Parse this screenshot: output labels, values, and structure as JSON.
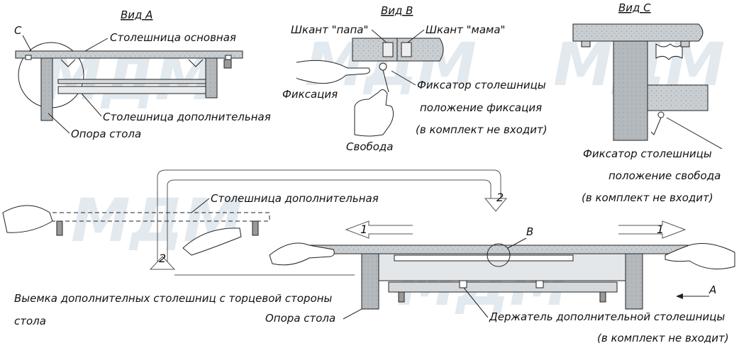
{
  "views": {
    "a": {
      "title": "Вид А",
      "callout_c": "С",
      "label_main_top": "Столешница основная",
      "label_extra_top": "Столешница дополнительная",
      "label_support": "Опора стола"
    },
    "b": {
      "title": "Вид В",
      "label_dowel_male": "Шкант \"папа\"",
      "label_dowel_female": "Шкант \"мама\"",
      "label_fixation": "Фиксация",
      "label_freedom": "Свобода",
      "label_latch_1": "Фиксатор столешницы",
      "label_latch_2": "положение фиксация",
      "label_latch_3": "(в комплект не входит)"
    },
    "c": {
      "title": "Вид С",
      "label_latch_1": "Фиксатор столешницы",
      "label_latch_2": "положение свобода",
      "label_latch_3": "(в комплект не входит)"
    }
  },
  "main": {
    "label_extra_top": "Столешница дополнительная",
    "step_1": "1",
    "step_2": "2",
    "callout_b": "В",
    "view_a_marker": "А",
    "caption_line_1": "Выемка дополнителных столешниц с торцевой стороны",
    "caption_line_2": "стола",
    "label_support": "Опора стола",
    "label_holder_1": "Держатель дополнительной столешницы",
    "label_holder_2": "(в комплект не входит)"
  },
  "watermark": "МДМ",
  "colors": {
    "stone": "#c9ced2",
    "leg": "#b4b9bd",
    "line": "#222222",
    "watermark": "#dbe4ec"
  }
}
